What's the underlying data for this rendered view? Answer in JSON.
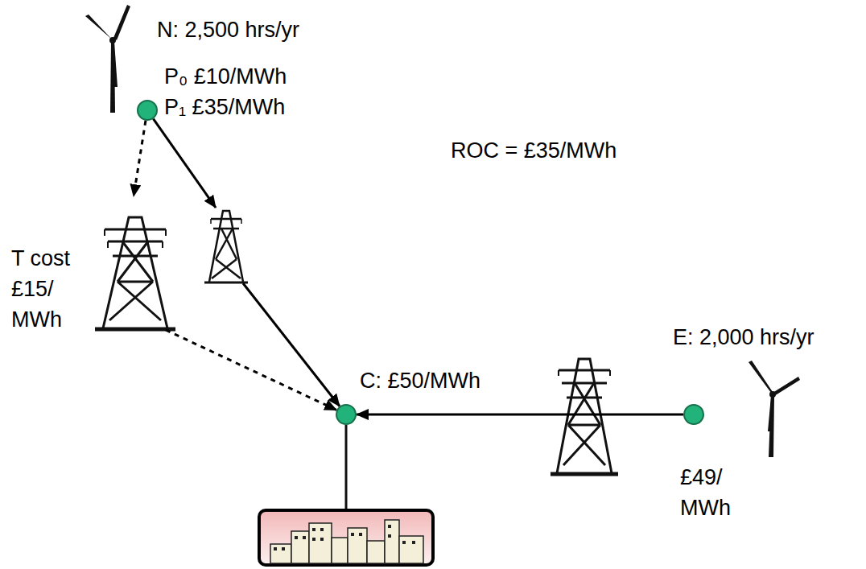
{
  "diagram": {
    "nodes": [
      {
        "text": [
          "P₀ £10/MWh",
          "P₁ £35/MWh"
        ]
      },
      {
        "text": [
          "C: £50/MWh"
        ]
      },
      {
        "text": [
          "£49/ MWh"
        ]
      }
    ],
    "edges": [
      {
        "from": 0,
        "to": 1,
        "arrow": "to"
      },
      {
        "from": 0,
        "to": 1,
        "arrow": "to"
      },
      {
        "from": 2,
        "to": 1,
        "arrow": "to"
      }
    ],
    "labels": [
      "N: 2,500 hrs/yr",
      "ROC = £35/MWh",
      "T cost £15/ MWh",
      "E: 2,000 hrs/yr"
    ]
  }
}
